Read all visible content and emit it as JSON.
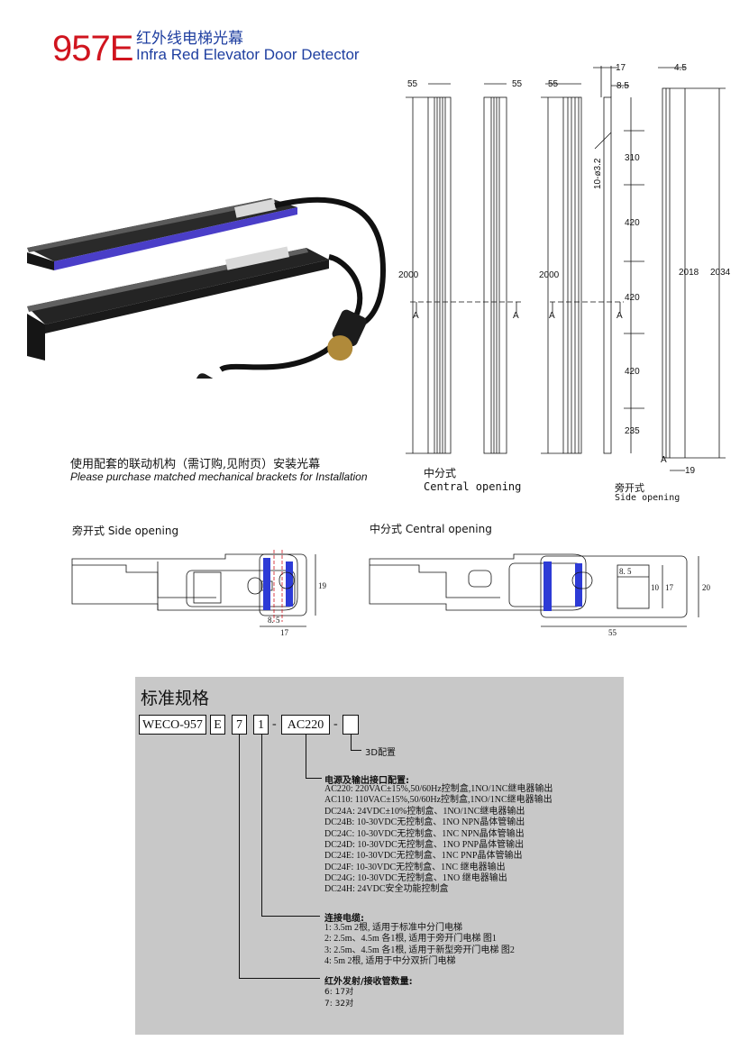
{
  "header": {
    "model": "957E",
    "title_cn": "红外线电梯光幕",
    "title_en": "Infra Red Elevator Door Detector"
  },
  "install_note": {
    "cn": "使用配套的联动机构（需订购,见附页）安装光幕",
    "en": "Please purchase matched mechanical brackets for Installation"
  },
  "drawings": {
    "central_cn": "中分式",
    "central_en": "Central opening",
    "side_cn": "旁开式",
    "side_en": "Side opening",
    "dims": {
      "w55": "55",
      "len2000": "2000",
      "len2018": "2018",
      "len2034": "2034",
      "d17": "17",
      "d8_5": "8.5",
      "d4_5": "4.5",
      "d19": "19",
      "holes": "10-ø3.2",
      "p310": "310",
      "p420": "420",
      "p235": "235",
      "section": "A",
      "s85": "8. 5",
      "s17": "17",
      "s19": "19",
      "s10": "10",
      "s20": "20",
      "s55": "55"
    }
  },
  "sections": {
    "side_label": "旁开式 Side opening",
    "central_label": "中分式 Central opening"
  },
  "spec": {
    "title": "标准规格",
    "codes": [
      "WECO-957",
      "E",
      "7",
      "1",
      "-",
      "AC220",
      "-",
      ""
    ],
    "opt3d": "3D配置",
    "power_head": "电源及输出接口配置:",
    "power": [
      "AC220: 220VAC±15%,50/60Hz控制盒,1NO/1NC继电器输出",
      "AC110: 110VAC±15%,50/60Hz控制盒,1NO/1NC继电器输出",
      "DC24A: 24VDC±10%控制盒、1NO/1NC继电器输出",
      "DC24B: 10-30VDC无控制盒、1NO NPN晶体管输出",
      "DC24C: 10-30VDC无控制盒、1NC NPN晶体管输出",
      "DC24D: 10-30VDC无控制盒、1NO PNP晶体管输出",
      "DC24E: 10-30VDC无控制盒、1NC PNP晶体管输出",
      "DC24F: 10-30VDC无控制盒、1NC 继电器输出",
      "DC24G: 10-30VDC无控制盒、1NO 继电器输出",
      "DC24H: 24VDC安全功能控制盒"
    ],
    "cable_head": "连接电缆:",
    "cable": [
      "1: 3.5m 2根, 适用于标准中分门电梯",
      "2: 2.5m、4.5m 各1根, 适用于旁开门电梯   图1",
      "3: 2.5m、4.5m 各1根, 适用于新型旁开门电梯   图2",
      "4: 5m 2根, 适用于中分双折门电梯"
    ],
    "ir_head": "红外发射/接收管数量:",
    "ir": [
      "6: 17对",
      "7: 32对"
    ]
  },
  "colors": {
    "model_red": "#d0141e",
    "title_blue": "#1f3fa0",
    "spec_bg": "#c8c8c8",
    "led_blue": "#2d3bd6"
  }
}
